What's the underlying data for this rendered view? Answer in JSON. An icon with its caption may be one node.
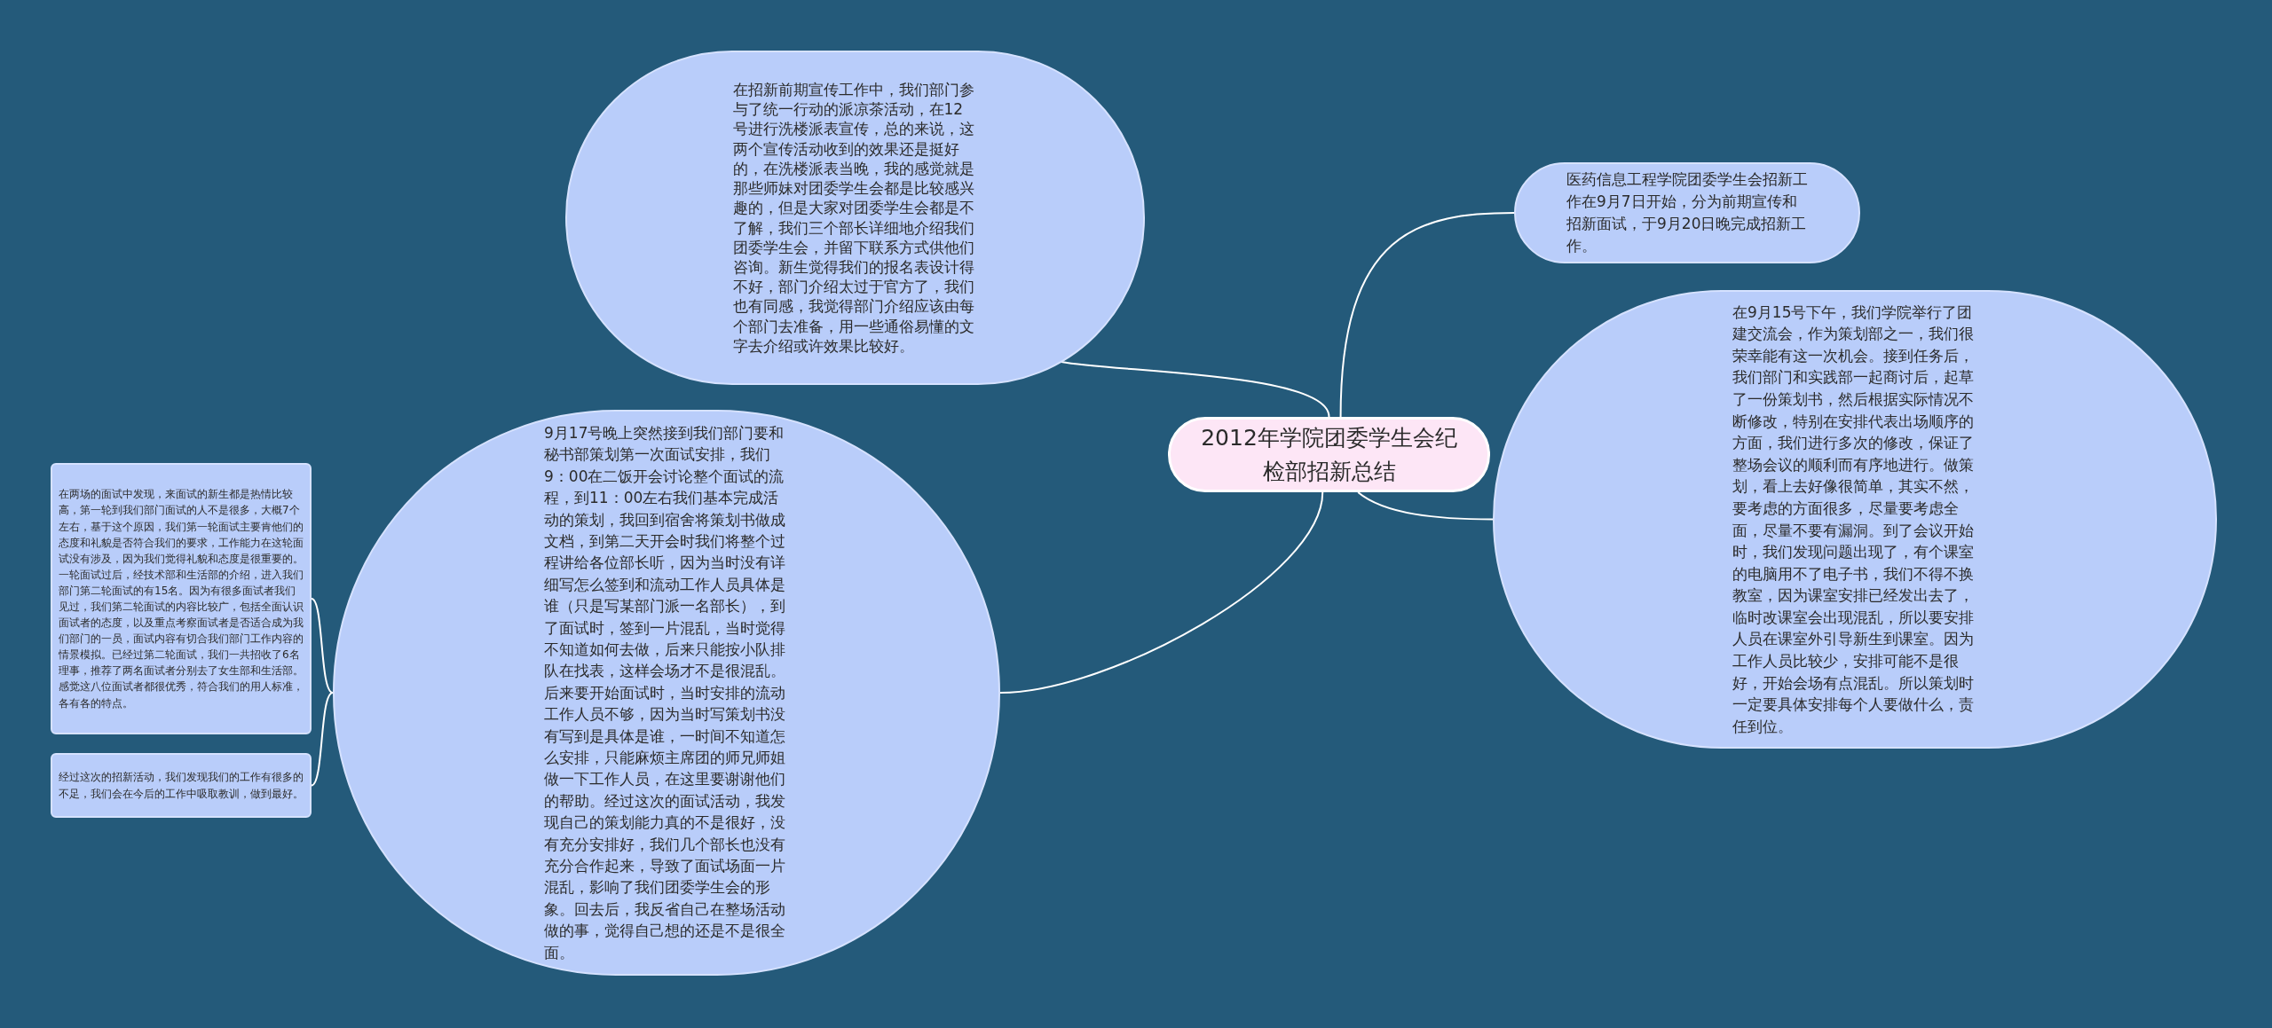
{
  "diagram": {
    "nodes": [
      {
        "text": [
          "2012年学院团委学生会纪检部招新总结"
        ]
      },
      {
        "text": [
          "在招新前期宣传工作中，我们部门参与了统一行动的派凉茶活动，在12号进行洗楼派表宣传，总的来说，这两个宣传活动收到的效果还是挺好的，在洗楼派表当晚，我的感觉就是那些师妹对团委学生会都是比较感兴趣的，但是大家对团委学生会都是不了解，我们三个部长详细地介绍我们团委学生会，并留下联系方式供他们咨询。新生觉得我们的报名表设计得不好，部门介绍太过于官方了，我们也有同感，我觉得部门介绍应该由每个部门去准备，用一些通俗易懂的文字去介绍或许效果比较好。"
        ]
      },
      {
        "text": [
          "医药信息工程学院团委学生会招新工作在9月7日开始，分为前期宣传和招新面试，于9月20日晚完成招新工作。"
        ]
      },
      {
        "text": [
          "在9月15号下午，我们学院举行了团建交流会，作为策划部之一，我们很荣幸能有这一次机会。接到任务后，我们部门和实践部一起商讨后，起草了一份策划书，然后根据实际情况不断修改，特别在安排代表出场顺序的方面，我们进行多次的修改，保证了整场会议的顺利而有序地进行。做策划，看上去好像很简单，其实不然，要考虑的方面很多，尽量要考虑全面，尽量不要有漏洞。到了会议开始时，我们发现问题出现了，有个课室的电脑用不了电子书，我们不得不换教室，因为课室安排已经发出去了，临时改课室会出现混乱，所以要安排人员在课室外引导新生到课室。因为工作人员比较少，安排可能不是很好，开始会场有点混乱。所以策划时一定要具体安排每个人要做什么，责任到位。"
        ]
      },
      {
        "text": [
          "9月17号晚上突然接到我们部门要和秘书部策划第一次面试安排，我们9：00在二饭开会讨论整个面试的流程，到11：00左右我们基本完成活动的策划，我回到宿舍将策划书做成文档，到第二天开会时我们将整个过程讲给各位部长听，因为当时没有详细写怎么签到和流动工作人员具体是谁（只是写某部门派一名部长），到了面试时，签到一片混乱，当时觉得不知道如何去做，后来只能按小队排队在找表，这样会场才不是很混乱。后来要开始面试时，当时安排的流动工作人员不够，因为当时写策划书没有写到是具体是谁，一时间不知道怎么安排，只能麻烦主席团的师兄师姐做一下工作人员，在这里要谢谢他们的帮助。经过这次的面试活动，我发现自己的策划能力真的不是很好，没有充分安排好，我们几个部长也没有充分合作起来，导致了面试场面一片混乱，影响了我们团委学生会的形象。回去后，我反省自己在整场活动做的事，觉得自己想的还是不是很全面。"
        ]
      },
      {
        "text": [
          "在两场的面试中发现，来面试的新生都是热情比较高，第一轮到我们部门面试的人不是很多，大概7个左右，基于这个原因，我们第一轮面试主要肯他们的态度和礼貌是否符合我们的要求，工作能力在这轮面试没有涉及，因为我们觉得礼貌和态度是很重要的。一轮面试过后，经技术部和生活部的介绍，进入我们部门第二轮面试的有15名。因为有很多面试者我们见过，我们第二轮面试的内容比较广，包括全面认识面试者的态度，以及重点考察面试者是否适合成为我们部门的一员，面试内容有切合我们部门工作内容的情景模拟。已经过第二轮面试，我们一共招收了6名理事，推荐了两名面试者分别去了女生部和生活部。感觉这八位面试者都很优秀，符合我们的用人标准，各有各的特点。"
        ]
      },
      {
        "text": [
          "经过这次的招新活动，我们发现我们的工作有很多的不足，我们会在今后的工作中吸取教训，做到最好。"
        ]
      }
    ],
    "edges": [
      {
        "from": 0,
        "to": 1,
        "arrow": "none"
      },
      {
        "from": 0,
        "to": 2,
        "arrow": "none"
      },
      {
        "from": 0,
        "to": 3,
        "arrow": "none"
      },
      {
        "from": 0,
        "to": 4,
        "arrow": "none"
      },
      {
        "from": 4,
        "to": 5,
        "arrow": "none"
      },
      {
        "from": 4,
        "to": 6,
        "arrow": "none"
      }
    ]
  }
}
